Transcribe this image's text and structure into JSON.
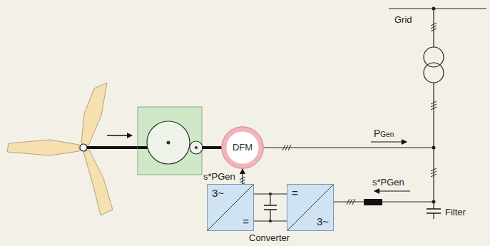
{
  "diagram": {
    "nodes": [
      {
        "text": [
          "DFM"
        ]
      },
      {
        "text": [
          "3~",
          "="
        ]
      },
      {
        "text": [
          "=",
          "3~"
        ]
      }
    ],
    "edges": [
      {
        "from": 1,
        "to": 0,
        "arrow": "to",
        "label": "s*PGen"
      },
      {
        "from": 1,
        "to": 2,
        "arrow": "none"
      }
    ],
    "labels": [
      "Grid",
      "PGen",
      "s*PGen",
      "Filter",
      "Converter"
    ]
  }
}
